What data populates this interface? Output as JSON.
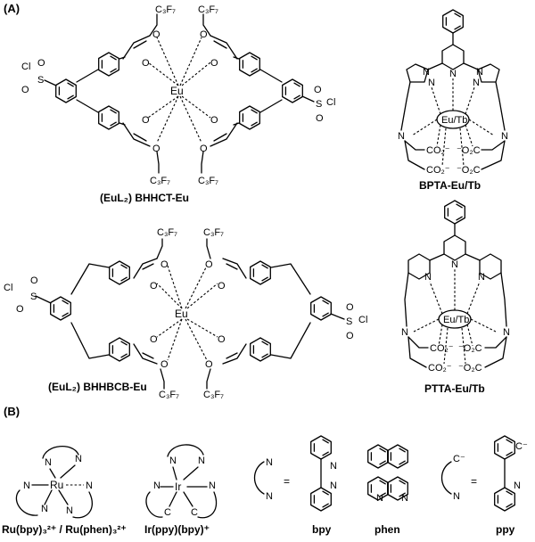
{
  "panels": {
    "a": "(A)",
    "b": "(B)"
  },
  "compounds": {
    "bhhct": "(EuL₂) BHHCT-Eu",
    "bptta": "BPTA-Eu/Tb",
    "bhhbcb": "(EuL₂) BHHBCB-Eu",
    "ptta": "PTTA-Eu/Tb",
    "ru": "Ru(bpy)₃²⁺ / Ru(phen)₃²⁺",
    "ir": "Ir(ppy)(bpy)⁺",
    "bpy": "bpy",
    "phen": "phen",
    "ppy": "ppy"
  },
  "atoms": {
    "eu": "Eu",
    "eutb": "Eu/Tb",
    "ru": "Ru",
    "ir": "Ir",
    "cl": "Cl",
    "s": "S",
    "o": "O",
    "n": "N",
    "c": "C",
    "cminus": "C⁻",
    "c3f7": "C₃F₇",
    "co2": "CO₂⁻",
    "o2c": "⁻O₂C",
    "eq": "="
  }
}
